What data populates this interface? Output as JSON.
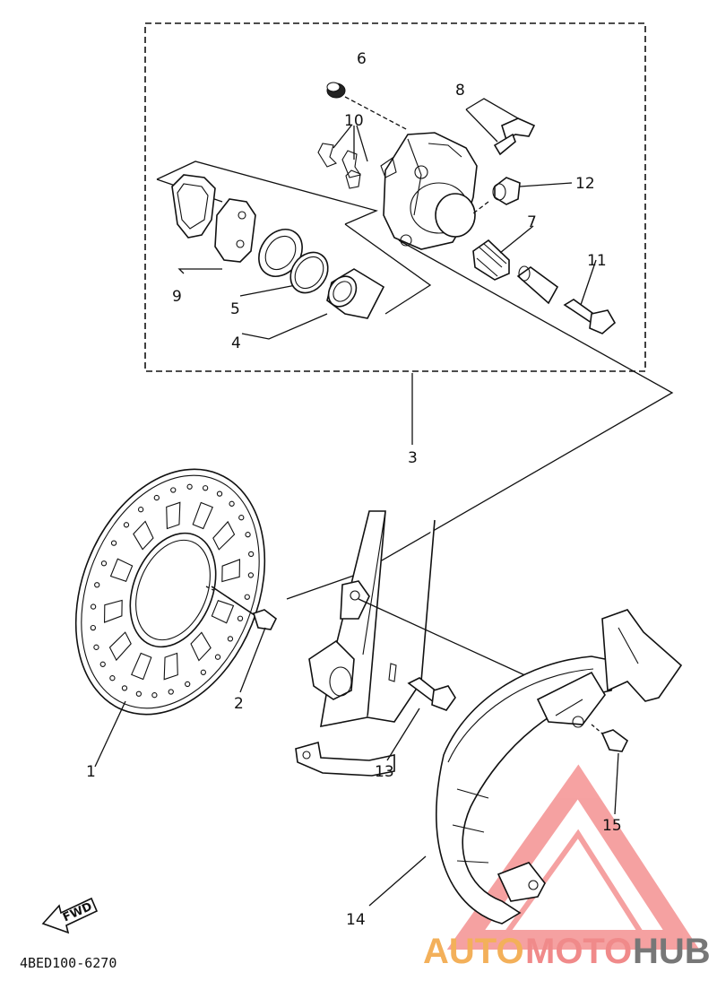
{
  "callouts": {
    "c1": "1",
    "c2": "2",
    "c3": "3",
    "c4": "4",
    "c5": "5",
    "c6": "6",
    "c7": "7",
    "c8": "8",
    "c9": "9",
    "c10": "10",
    "c11": "11",
    "c12": "12",
    "c13": "13",
    "c14": "14",
    "c15": "15"
  },
  "fwd_label": "FWD",
  "diagram_code": "4BED100-6270",
  "watermark": {
    "part1": "AUTO",
    "part2": "MOTO",
    "part3": "HUB"
  },
  "colors": {
    "line": "#111111",
    "watermark_red": "#f08a8a",
    "watermark_orange": "#f3b05a",
    "watermark_gray": "#777777"
  }
}
